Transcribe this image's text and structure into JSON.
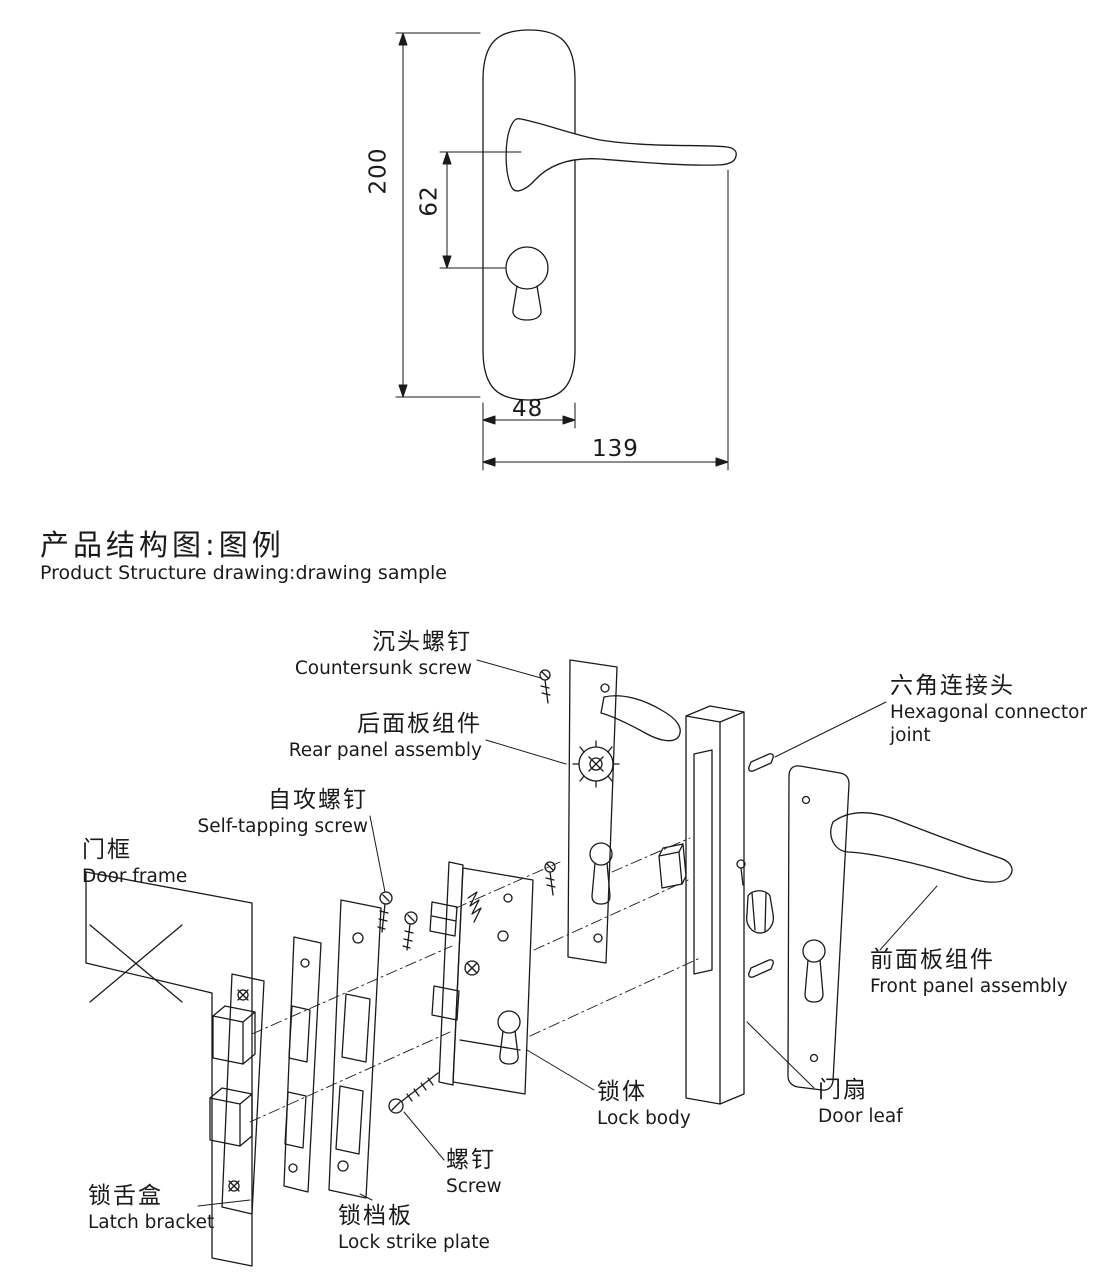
{
  "page": {
    "background": "#ffffff",
    "line_color": "#1a1a1a"
  },
  "dimension_drawing": {
    "plate_height": "200",
    "handle_to_keyhole": "62",
    "plate_width": "48",
    "total_width": "139"
  },
  "title": {
    "zh": "产品结构图:图例",
    "en": "Product Structure drawing:drawing sample"
  },
  "parts": [
    {
      "zh": "沉头螺钉",
      "en": "Countersunk screw"
    },
    {
      "zh": "后面板组件",
      "en": "Rear panel assembly"
    },
    {
      "zh": "六角连接头",
      "en": "Hexagonal connector joint"
    },
    {
      "zh": "自攻螺钉",
      "en": "Self-tapping screw"
    },
    {
      "zh": "门框",
      "en": "Door frame"
    },
    {
      "zh": "前面板组件",
      "en": "Front panel assembly"
    },
    {
      "zh": "锁体",
      "en": "Lock body"
    },
    {
      "zh": "门扇",
      "en": "Door leaf"
    },
    {
      "zh": "螺钉",
      "en": "Screw"
    },
    {
      "zh": "锁舌盒",
      "en": "Latch bracket"
    },
    {
      "zh": "锁档板",
      "en": "Lock strike plate"
    }
  ]
}
